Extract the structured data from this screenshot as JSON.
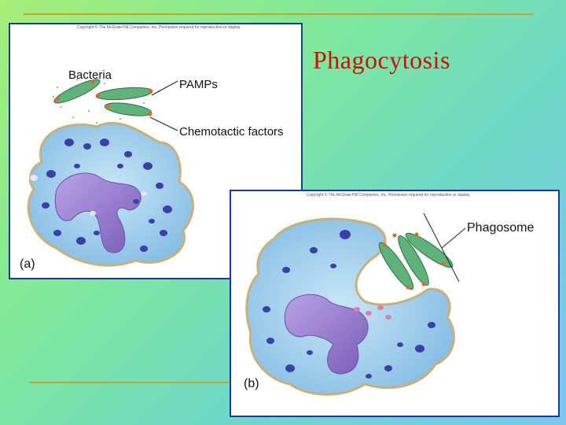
{
  "slide": {
    "title": "Phagocytosis",
    "background_colors": [
      "#a8ee7a",
      "#6fd8c8",
      "#7cc6ee"
    ],
    "title_color": "#cc1100",
    "rule_color": "#c9a326"
  },
  "panel_a": {
    "copyright": "Copyright © The McGraw-Hill Companies, Inc. Permission required for reproduction or display.",
    "label_bacteria": "Bacteria",
    "label_pamps": "PAMPs",
    "label_chemotactic": "Chemotactic factors",
    "panel_label": "(a)"
  },
  "panel_b": {
    "copyright": "Copyright © The McGraw-Hill Companies, Inc. Permission required for reproduction or display.",
    "label_phagosome": "Phagosome",
    "panel_label": "(b)"
  },
  "colors": {
    "cytoplasm": "#a9d3ef",
    "cell_edge": "#c9b07a",
    "nucleus": "#9a7fd0",
    "granule": "#3b3fa8",
    "bacteria": "#5fb27a",
    "pamp": "#e8652a"
  }
}
